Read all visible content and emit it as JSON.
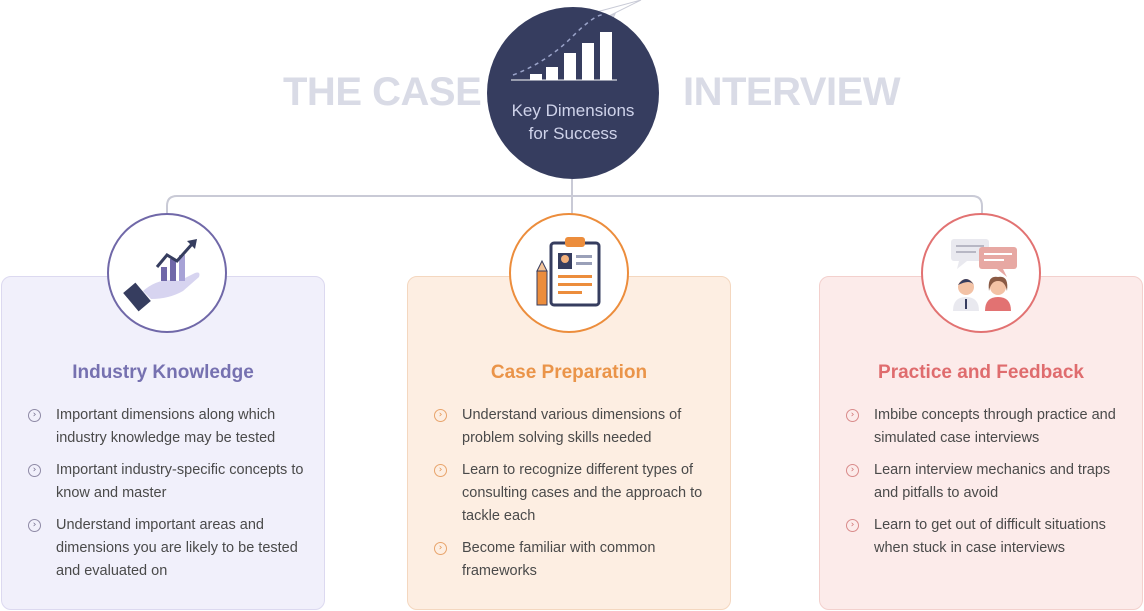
{
  "title": {
    "left": "THE CASE",
    "right": "INTERVIEW"
  },
  "hub": {
    "line1": "Key Dimensions",
    "line2": "for Success",
    "icon": "growth-bars-icon"
  },
  "colors": {
    "hub": "#363d5f",
    "title": "#d9dbe6",
    "industry": "#7671b0",
    "preparation": "#ea9449",
    "practice": "#df6c6e"
  },
  "cards": [
    {
      "title": "Industry Knowledge",
      "icon": "hand-growth-chart-icon",
      "items": [
        "Important dimensions along which industry knowledge may be tested",
        "Important industry-specific concepts to know and master",
        "Understand important areas and dimensions you are likely to be tested and evaluated on"
      ]
    },
    {
      "title": "Case Preparation",
      "icon": "clipboard-resume-icon",
      "items": [
        "Understand various dimensions of problem solving skills needed",
        "Learn to recognize different types of consulting cases and the approach to tackle each",
        "Become familiar with common frameworks"
      ]
    },
    {
      "title": "Practice and Feedback",
      "icon": "two-people-talking-icon",
      "items": [
        "Imbibe concepts through practice and simulated case interviews",
        "Learn interview mechanics and traps and pitfalls to avoid",
        "Learn to get out of difficult situations when stuck in case interviews"
      ]
    }
  ]
}
